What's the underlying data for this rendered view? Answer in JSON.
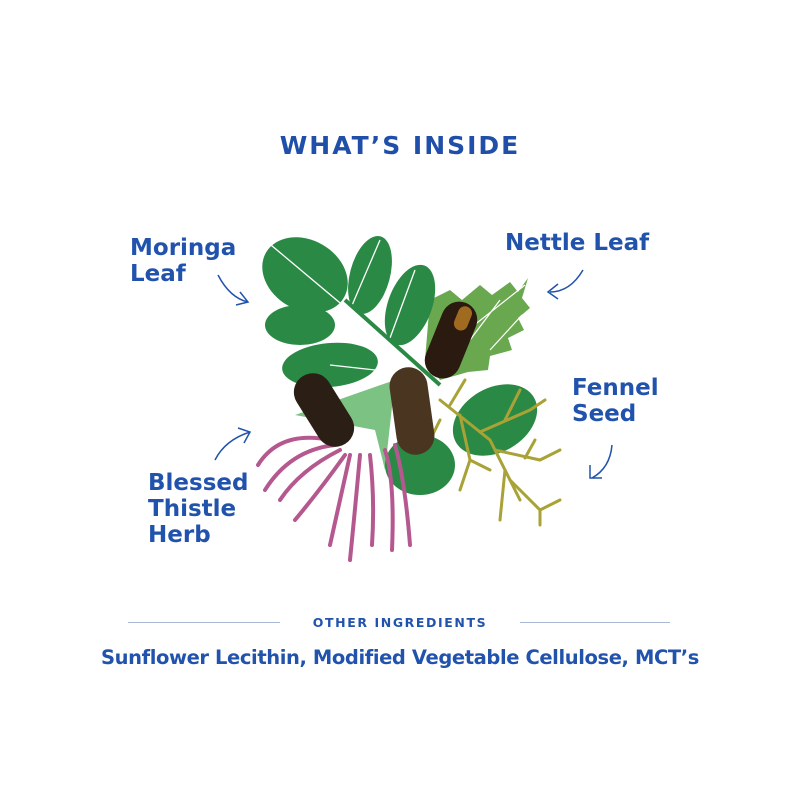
{
  "title": "WHAT’S INSIDE",
  "ingredients": [
    {
      "line1": "Moringa",
      "line2": "Leaf"
    },
    {
      "line1": "Nettle Leaf"
    },
    {
      "line1": "Fennel",
      "line2": "Seed"
    },
    {
      "line1": "Blessed",
      "line2": "Thistle",
      "line3": "Herb"
    }
  ],
  "other": {
    "heading": "OTHER INGREDIENTS",
    "list": "Sunflower Lecithin, Modified Vegetable Cellulose, MCT’s"
  },
  "colors": {
    "text": "#2153ad",
    "moringa": "#2a8a45",
    "nettle": "#6aa84f",
    "thistle": "#b5588f",
    "fennel": "#a9a236"
  }
}
